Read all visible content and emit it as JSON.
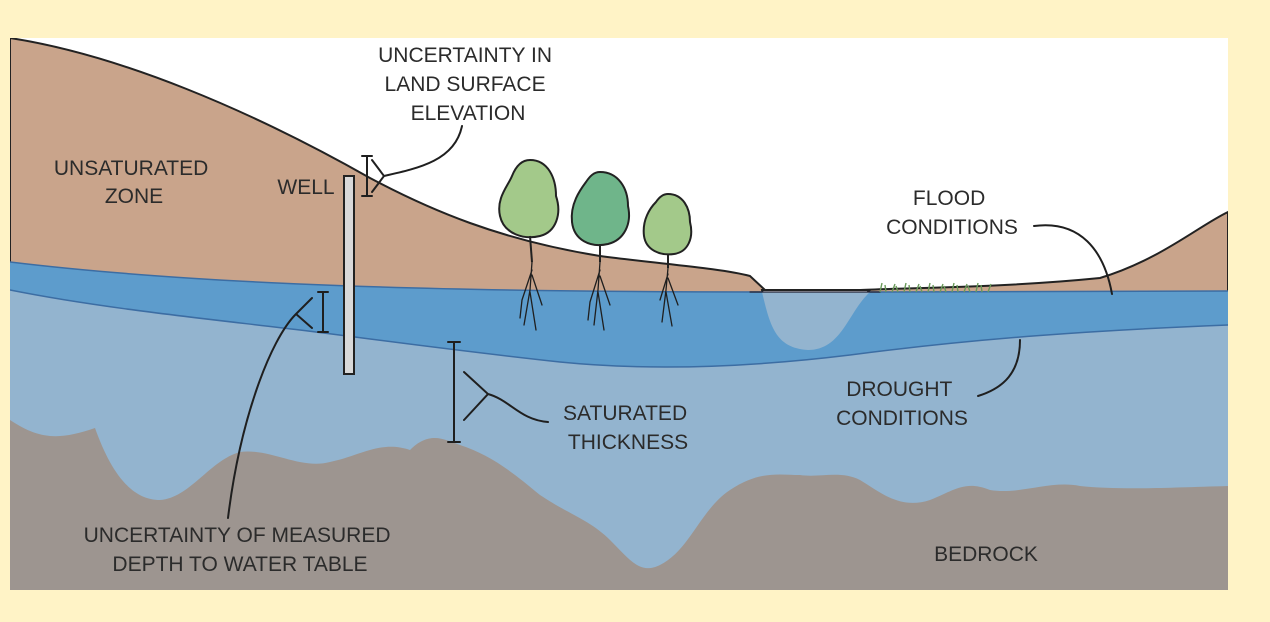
{
  "labels": {
    "unsaturated_zone": [
      "UNSATURATED",
      "ZONE"
    ],
    "well": "WELL",
    "land_surface_uncertainty": [
      "UNCERTAINTY IN",
      "LAND SURFACE",
      "ELEVATION"
    ],
    "flood_conditions": [
      "FLOOD",
      "CONDITIONS"
    ],
    "saturated_thickness": [
      "SATURATED",
      "THICKNESS"
    ],
    "drought_conditions": [
      "DROUGHT",
      "CONDITIONS"
    ],
    "depth_uncertainty": [
      "UNCERTAINTY OF MEASURED",
      "DEPTH TO WATER TABLE"
    ],
    "bedrock": "BEDROCK"
  },
  "colors": {
    "background": "#fff3c6",
    "sky": "#ffffff",
    "unsaturated_soil": "#c9a48b",
    "saturated_zone": "#93b4cf",
    "water_table_band": "#5d9ccc",
    "bedrock": "#9d9590",
    "tree_light": "#a3c98a",
    "tree_dark": "#6fb58a"
  }
}
